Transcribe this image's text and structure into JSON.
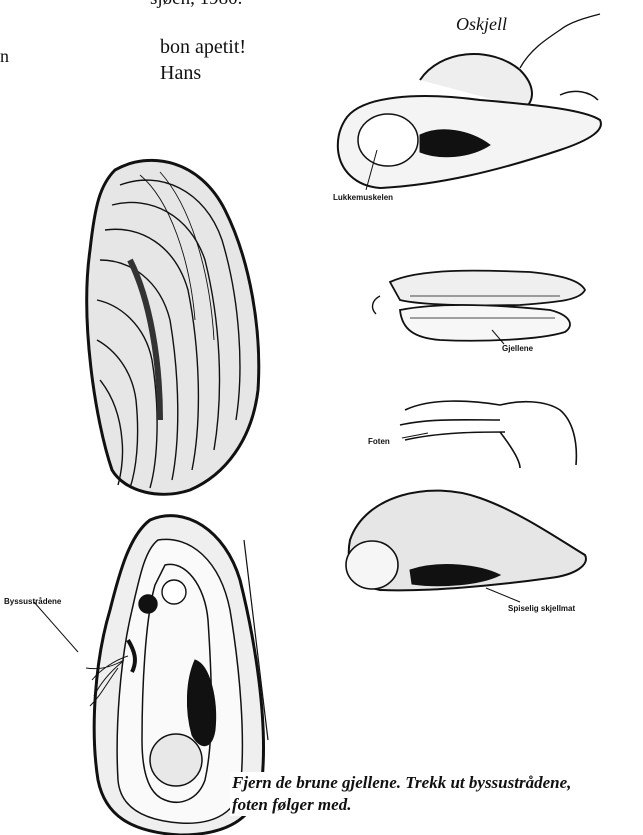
{
  "text": {
    "clipped_top_line": "sjøen, 1980.",
    "left_edge_char": "n",
    "greeting": "bon apetit!",
    "signature": "Hans",
    "figure_title": "Oskjell"
  },
  "labels": {
    "adductor": "Lukkemuskelen",
    "gills": "Gjellene",
    "foot": "Foten",
    "edible": "Spiselig skjellmat",
    "byssus": "Byssustrådene"
  },
  "caption": {
    "line1": "Fjern de brune gjellene. Trekk ut byssustrådene,",
    "line2": "foten følger med."
  }
}
